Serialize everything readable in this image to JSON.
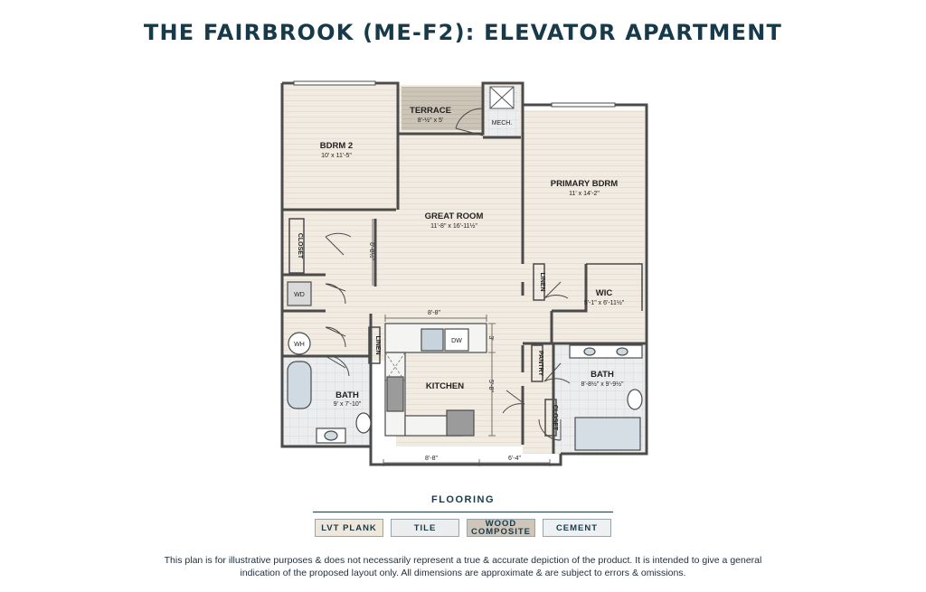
{
  "title": "THE FAIRBROOK (ME-F2): ELEVATOR APARTMENT",
  "rooms": {
    "terrace": {
      "name": "TERRACE",
      "dims": "8'-½\" x 5'"
    },
    "mech": {
      "name": "MECH."
    },
    "bdrm2": {
      "name": "BDRM 2",
      "dims": "10' x 11'-5\""
    },
    "primary": {
      "name": "PRIMARY BDRM",
      "dims": "11' x 14'-2\""
    },
    "great": {
      "name": "GREAT ROOM",
      "dims": "11'-8\" x 16'-11½\""
    },
    "kitchen": {
      "name": "KITCHEN"
    },
    "bath1": {
      "name": "BATH",
      "dims": "9' x 7'-10\""
    },
    "bath2": {
      "name": "BATH",
      "dims": "8'-8½\" x 9'-9½\""
    },
    "wic": {
      "name": "WIC",
      "dims": "5'-1\" x 6'-11½\""
    }
  },
  "labels": {
    "closet": "CLOSET",
    "linen": "LINEN",
    "pantry": "PANTRY",
    "wd": "WD",
    "wh": "WH",
    "dw": "DW"
  },
  "dimensions": {
    "hall_height": "6'-8½\"",
    "counter_width": "8'-8\"",
    "counter_depth": "3'",
    "kitchen_depth": "5'-8\"",
    "bottom_left": "8'-8\"",
    "bottom_right": "6'-4\""
  },
  "flooring": {
    "title": "FLOORING",
    "items": [
      "LVT PLANK",
      "TILE",
      "WOOD COMPOSITE",
      "CEMENT"
    ]
  },
  "disclaimer": "This plan is for illustrative purposes & does not necessarily represent a true & accurate depiction of the product. It is intended to give a general indication of the proposed layout only. All dimensions are approximate & are subject to errors & omissions."
}
